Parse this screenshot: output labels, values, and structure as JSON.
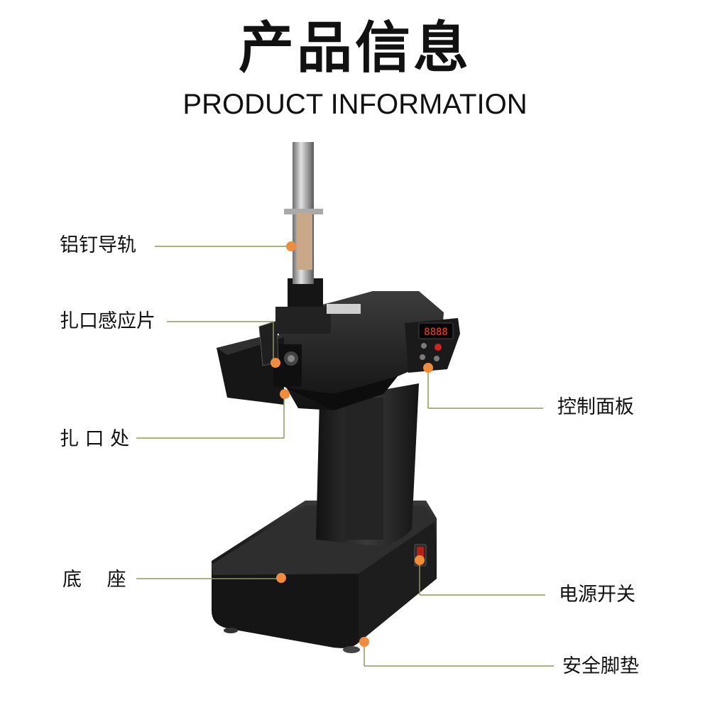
{
  "header": {
    "title_cn": "产品信息",
    "title_en": "PRODUCT INFORMATION"
  },
  "panel": {
    "display": "8888"
  },
  "labels": {
    "rail": "铝钉导轨",
    "sensor": "扎口感应片",
    "clip": "扎 口 处",
    "control": "控制面板",
    "base": "底　 座",
    "power": "电源开关",
    "feet": "安全脚垫"
  },
  "colors": {
    "marker": "#f08c3a",
    "leader_line": "#8a9a5b",
    "machine_body": "#1a1a1a",
    "background": "#ffffff"
  }
}
